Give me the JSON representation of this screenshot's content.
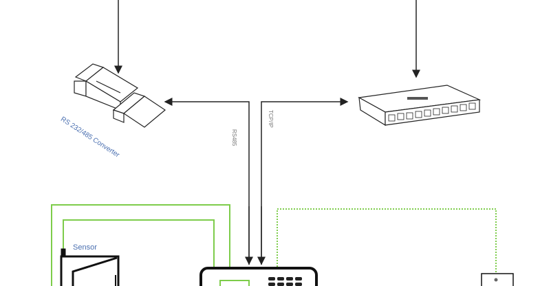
{
  "labels": {
    "converter": "RS 232/485 Converter",
    "rs485": "RS485",
    "tcpip": "TCP/IP",
    "sensor": "Sensor"
  },
  "colors": {
    "line": "#222222",
    "wire": "#7dcc4a",
    "label": "#4a6fb0"
  }
}
